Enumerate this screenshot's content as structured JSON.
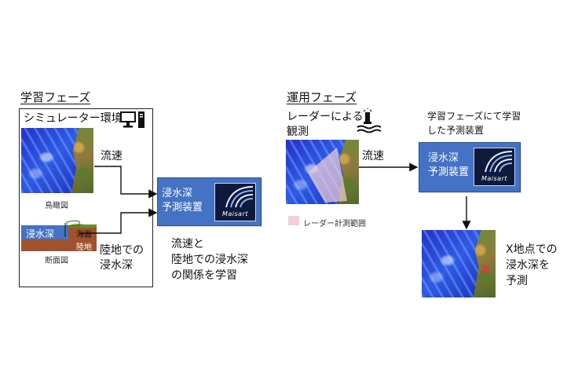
{
  "learning": {
    "heading": "学習フェーズ",
    "simulator_label": "シミュレーター環境",
    "birdseye_caption": "鳥瞰図",
    "section_caption": "断面図",
    "inundation_depth_tag": "浸水深",
    "sea_tag": "海面",
    "land_tag": "陸地",
    "flow_label": "流速",
    "land_depth_label_1": "陸地での",
    "land_depth_label_2": "浸水深",
    "device_line1": "浸水深",
    "device_line2": "予測装置",
    "logo_text": "Maisart",
    "relation_line1": "流速と",
    "relation_line2": "陸地での浸水深",
    "relation_line3": "の関係を学習"
  },
  "operation": {
    "heading": "運用フェーズ",
    "radar_obs_line1": "レーダーによる",
    "radar_obs_line2": "観測",
    "radar_legend": "レーダー計測範囲",
    "flow_label": "流速",
    "trained_line1": "学習フェーズにて学習",
    "trained_line2": "した予測装置",
    "device_line1": "浸水深",
    "device_line2": "予測装置",
    "logo_text": "Maisart",
    "predict_line1": "X地点での",
    "predict_line2": "浸水深を",
    "predict_line3": "予測"
  },
  "colors": {
    "device_fill": "#4472c4",
    "radar_range": "#f2d0d8",
    "marker": "#e03a3a"
  },
  "icons": [
    "computer-icon",
    "radar-antenna-icon",
    "maisart-logo-icon",
    "x-marker-icon"
  ]
}
